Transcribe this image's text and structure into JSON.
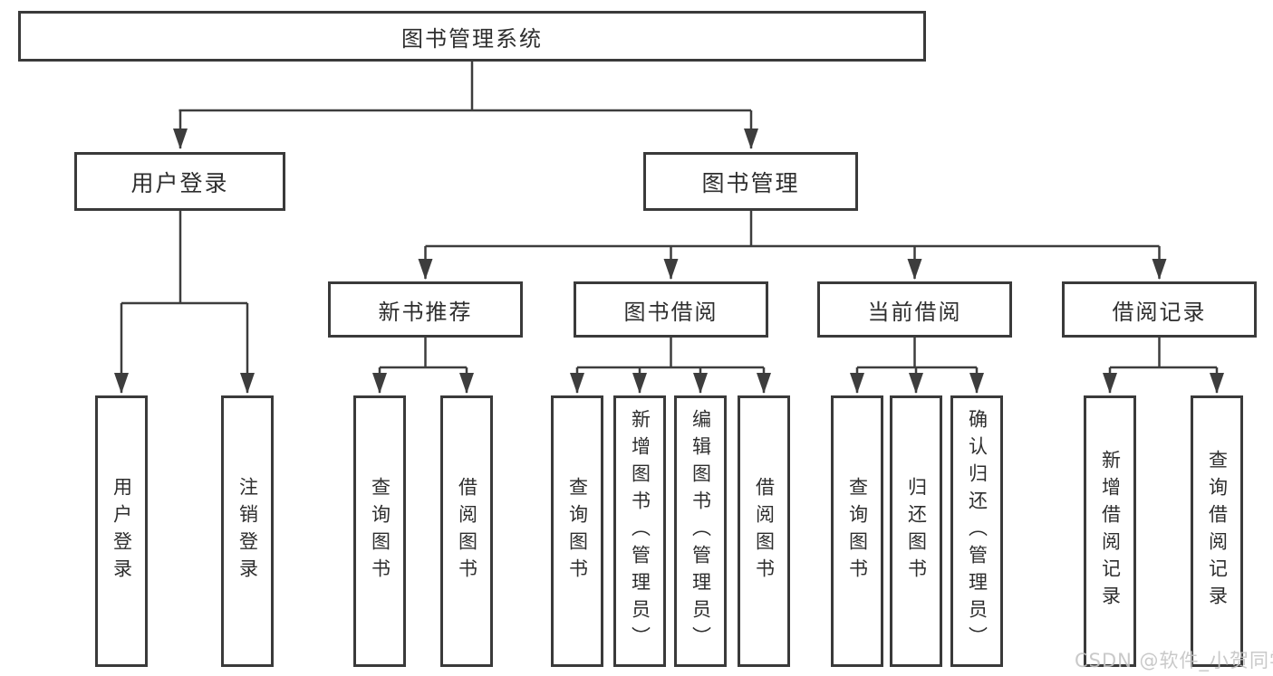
{
  "diagram": {
    "title": "图书管理系统",
    "level2": {
      "user_login": "用户登录",
      "book_mgmt": "图书管理"
    },
    "level3": {
      "new_book_rec": "新书推荐",
      "book_borrow": "图书借阅",
      "current_borrow": "当前借阅",
      "borrow_records": "借阅记录"
    },
    "leaves": {
      "user_login_group": {
        "login": "用户登录",
        "logout": "注销登录"
      },
      "new_book_rec_group": {
        "query_books": "查询图书",
        "borrow_books": "借阅图书"
      },
      "book_borrow_group": {
        "query_books": "查询图书",
        "add_books_admin": "新增图书（管理员）",
        "edit_books_admin": "编辑图书（管理员）",
        "borrow_books": "借阅图书"
      },
      "current_borrow_group": {
        "query_books": "查询图书",
        "return_books": "归还图书",
        "confirm_return_admin": "确认归还（管理员）"
      },
      "borrow_records_group": {
        "add_record": "新增借阅记录",
        "query_record": "查询借阅记录"
      }
    }
  },
  "watermark": {
    "text": "CSDN @软件_小贺同学"
  },
  "colors": {
    "line": "#3d3d3d",
    "border": "#3a3a3a",
    "text": "#2e2e2e",
    "watermark": "#c4c4c4",
    "background": "#ffffff"
  }
}
